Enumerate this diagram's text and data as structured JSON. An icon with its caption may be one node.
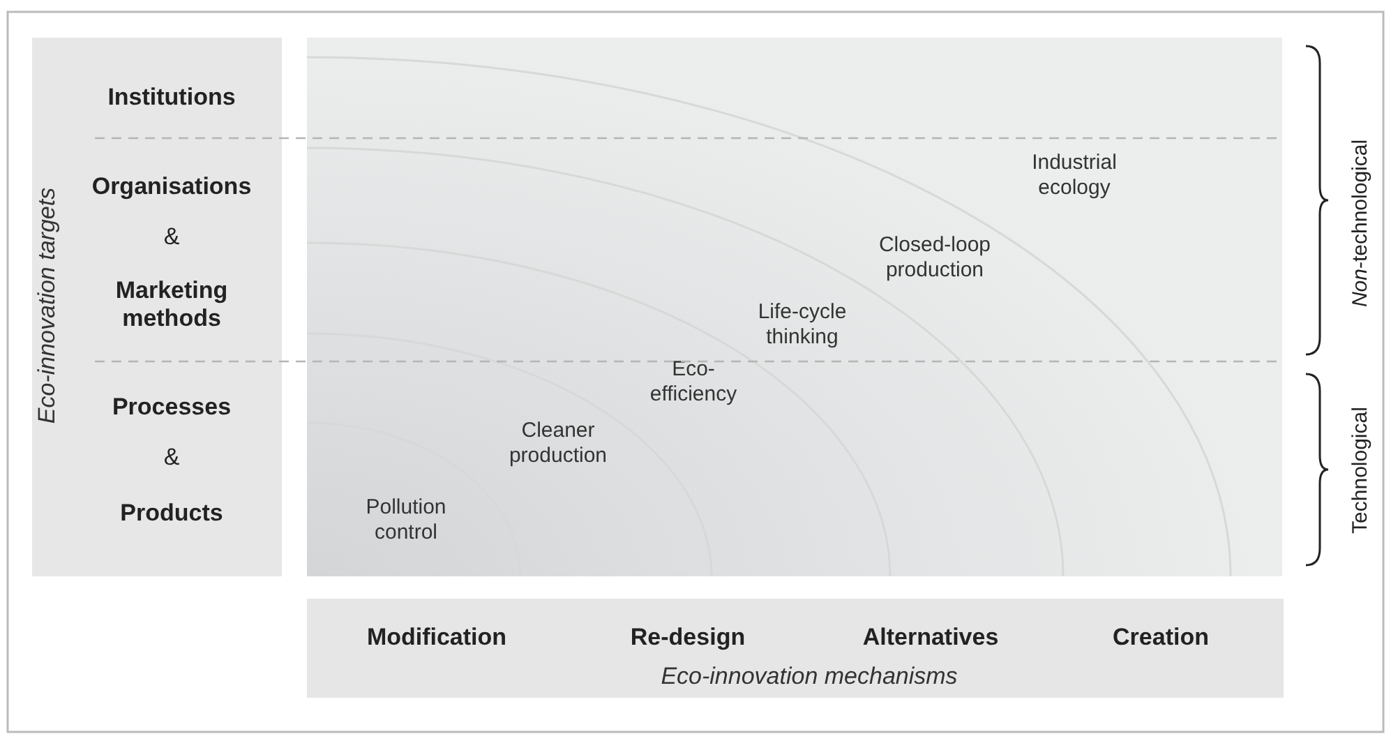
{
  "diagram": {
    "nodes": [
      {
        "text": [
          "Eco-innovation targets",
          "Institutions",
          "Organisations",
          "&",
          "Marketing methods",
          "Processes",
          "&",
          "Products"
        ]
      },
      {
        "text": [
          "Pollution control",
          "Cleaner production",
          "Eco-efficiency",
          "Life-cycle thinking",
          "Closed-loop production",
          "Industrial ecology"
        ]
      },
      {
        "text": [
          "Modification",
          "Re-design",
          "Alternatives",
          "Creation",
          "Eco-innovation mechanisms"
        ]
      }
    ],
    "labels": [
      "*Non*-technological",
      "Technological"
    ]
  }
}
